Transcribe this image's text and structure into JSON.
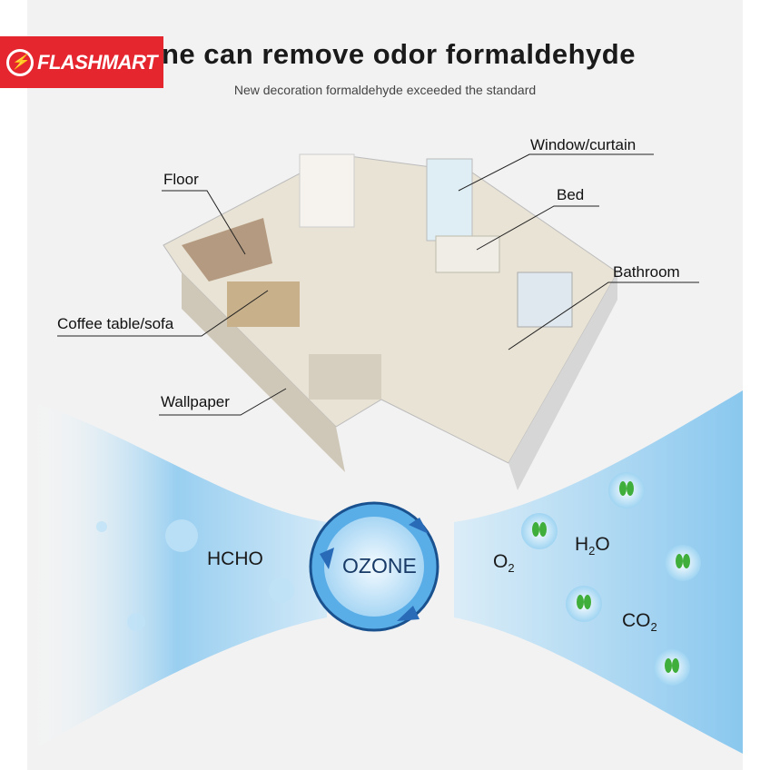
{
  "brand": "FLASHMART",
  "header": {
    "title": "ne can remove odor formaldehyde",
    "subtitle": "New decoration formaldehyde exceeded the standard"
  },
  "labels": {
    "floor": "Floor",
    "coffee": "Coffee table/sofa",
    "wallpaper": "Wallpaper",
    "window": "Window/curtain",
    "bed": "Bed",
    "bathroom": "Bathroom"
  },
  "diagram": {
    "ozone": "OZONE",
    "hcho": "HCHO",
    "o2": "O",
    "o2_sub": "2",
    "h2o_h": "H",
    "h2o_sub": "2",
    "h2o_o": "O",
    "co2": "CO",
    "co2_sub": "2"
  },
  "colors": {
    "brand": "#e5262f",
    "ozone_ring": "#5aaee8",
    "ozone_text": "#183a66"
  }
}
